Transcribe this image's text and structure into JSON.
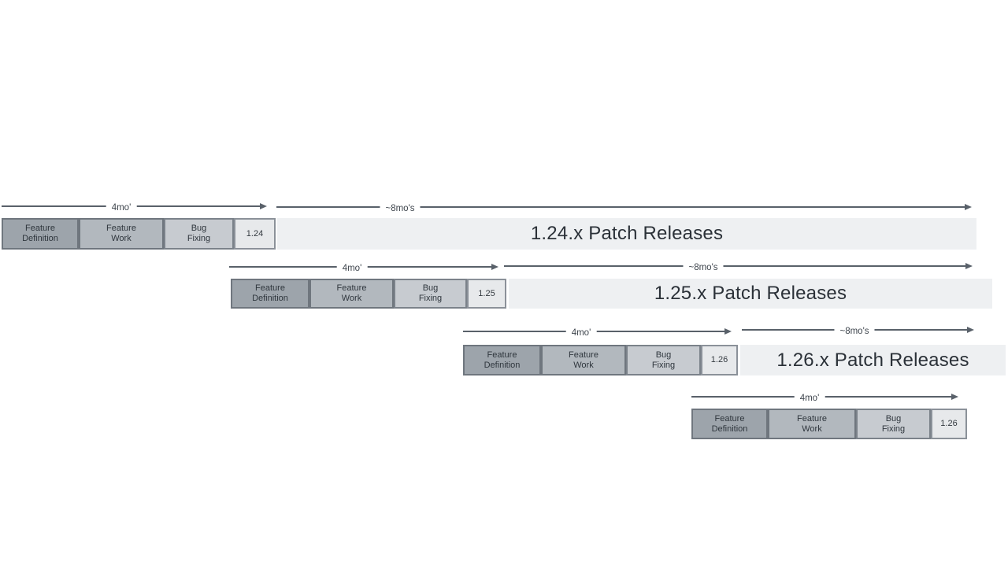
{
  "arrows": {
    "cycle_label": "4mo'",
    "patch_label": "~8mo's"
  },
  "phases": [
    {
      "line1": "Feature",
      "line2": "Definition"
    },
    {
      "line1": "Feature",
      "line2": "Work"
    },
    {
      "line1": "Bug",
      "line2": "Fixing"
    }
  ],
  "rows": [
    {
      "version": "1.24",
      "patch_text": "1.24.x Patch Releases"
    },
    {
      "version": "1.25",
      "patch_text": "1.25.x Patch Releases"
    },
    {
      "version": "1.26",
      "patch_text": "1.26.x Patch Releases"
    },
    {
      "version": "1.26"
    }
  ],
  "colors": {
    "feature_definition_fill": "#9da4ab",
    "feature_work_fill": "#b2b8be",
    "bug_fixing_fill": "#c7cbd0",
    "version_box_fill": "#e7e9eb",
    "patch_bar_fill": "#eef0f2",
    "arrow": "#59616a",
    "dark_text": "#2b3138"
  }
}
